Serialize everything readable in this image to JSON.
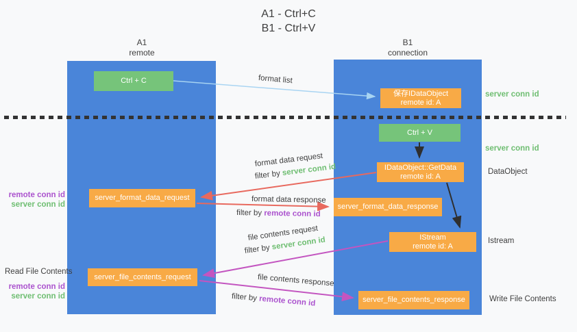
{
  "title": {
    "line1": "A1 - Ctrl+C",
    "line2": "B1 - Ctrl+V"
  },
  "columns": {
    "a": {
      "id": "A1",
      "name": "remote"
    },
    "b": {
      "id": "B1",
      "name": "connection"
    }
  },
  "boxes": {
    "ctrl_c": {
      "label": "Ctrl + C"
    },
    "save_idataobject": {
      "line1": "保存IDataObject",
      "line2": "remote id: A"
    },
    "ctrl_v": {
      "label": "Ctrl + V"
    },
    "getdata": {
      "line1": "IDataObject::GetData",
      "line2": "remote id: A"
    },
    "format_request": {
      "label": "server_format_data_request"
    },
    "format_response": {
      "label": "server_format_data_response"
    },
    "istream": {
      "line1": "IStream",
      "line2": "remote id: A"
    },
    "file_request": {
      "label": "server_file_contents_request"
    },
    "file_response": {
      "label": "server_file_contents_response"
    }
  },
  "flow_labels": {
    "format_list": "format list",
    "format_data_request": "format data request",
    "format_data_response": "format data response",
    "file_contents_request": "file contents request",
    "file_contents_response": "file contents response",
    "filter_by": "filter by ",
    "server_conn_id": "server conn id",
    "remote_conn_id": "remote conn id"
  },
  "side_labels": {
    "server_conn_id_top": "server conn id",
    "server_conn_id_mid": "server conn id",
    "dataobject": "DataObject",
    "istream": "Istream",
    "write_file_contents": "Write File Contents",
    "read_file_contents": "Read File Contents",
    "remote_conn_id": "remote conn id",
    "server_conn_id": "server conn id"
  },
  "colors": {
    "background": "#f8f9fa",
    "lifeline_blue": "#4a85d9",
    "box_orange": "#f8aa46",
    "box_green": "#76c47a",
    "text_dark": "#3e3e3e",
    "text_green": "#6fbe72",
    "text_purple": "#ab53ce",
    "arrow_red": "#e8695e",
    "arrow_magenta": "#c355c0",
    "arrow_lightblue": "#a8d4f2",
    "arrow_black": "#2f2f2f",
    "divider_dash": "#333333"
  }
}
